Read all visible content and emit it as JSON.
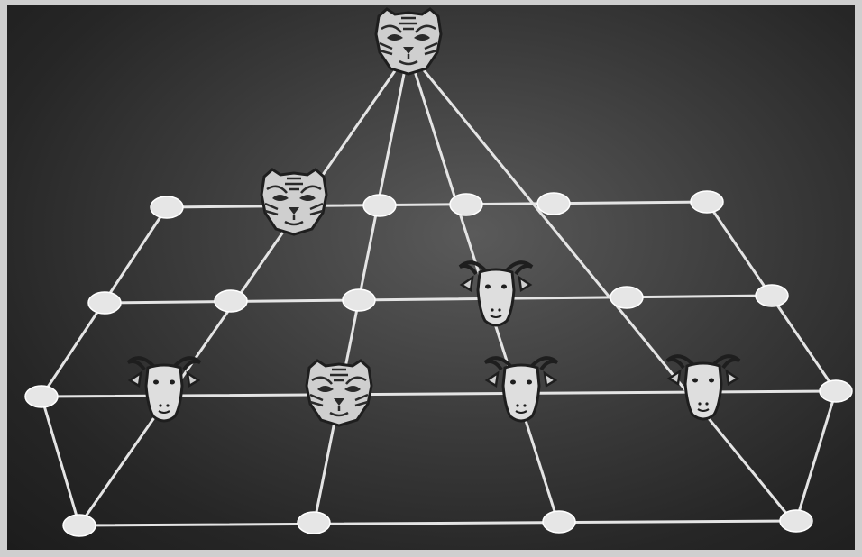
{
  "game": {
    "name": "",
    "pieces": {
      "tiger": {
        "icon": "tiger-head-icon",
        "count": 3
      },
      "goat": {
        "icon": "goat-head-icon",
        "count": 4
      }
    },
    "board": {
      "type": "triangular-grid",
      "rows": 4,
      "apex_nodes": 1,
      "intermediate_nodes_per_row": 6
    },
    "colors": {
      "board_background": "#2a2a2a",
      "lines": "#e4e4e4",
      "nodes": "#e6e6e6",
      "tiger_fill": "#cfcfcf",
      "goat_fill": "#d8d8d8"
    }
  }
}
